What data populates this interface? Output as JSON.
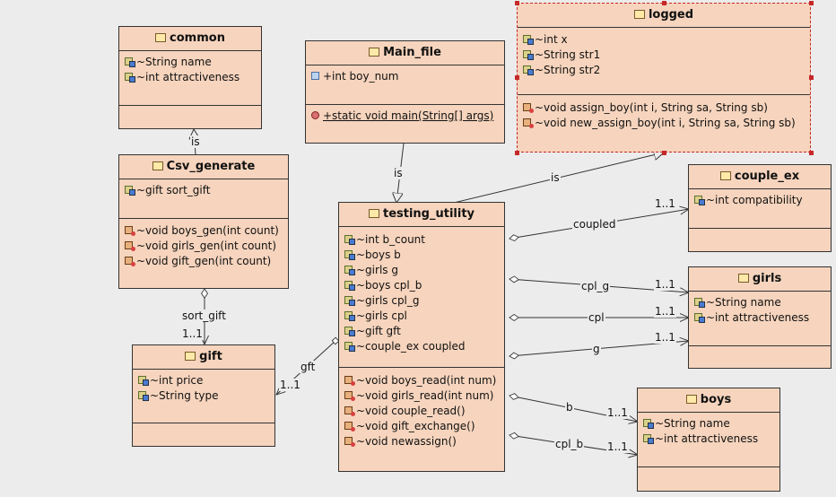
{
  "classes": {
    "common": {
      "name": "common",
      "fields": [
        "~String name",
        "~int attractiveness"
      ],
      "methods": []
    },
    "main_file": {
      "name": "Main_file",
      "fields": [
        "+int boy_num"
      ],
      "methods": [
        "+static void main(String[] args)"
      ]
    },
    "logged": {
      "name": "logged",
      "fields": [
        "~int x",
        "~String str1",
        "~String str2"
      ],
      "methods": [
        "~void assign_boy(int i, String sa, String sb)",
        "~void new_assign_boy(int i, String sa, String sb)"
      ]
    },
    "csv_generate": {
      "name": "Csv_generate",
      "fields": [
        "~gift sort_gift"
      ],
      "methods": [
        "~void boys_gen(int count)",
        "~void girls_gen(int count)",
        "~void gift_gen(int count)"
      ]
    },
    "couple_ex": {
      "name": "couple_ex",
      "fields": [
        "~int compatibility"
      ],
      "methods": []
    },
    "testing_utility": {
      "name": "testing_utility",
      "fields": [
        "~int b_count",
        "~boys b",
        "~girls g",
        "~boys cpl_b",
        "~girls cpl_g",
        "~girls cpl",
        "~gift gft",
        "~couple_ex coupled"
      ],
      "methods": [
        "~void boys_read(int num)",
        "~void girls_read(int num)",
        "~void couple_read()",
        "~void gift_exchange()",
        "~void newassign()"
      ]
    },
    "girls": {
      "name": "girls",
      "fields": [
        "~String name",
        "~int attractiveness"
      ],
      "methods": []
    },
    "gift": {
      "name": "gift",
      "fields": [
        "~int price",
        "~String type"
      ],
      "methods": []
    },
    "boys": {
      "name": "boys",
      "fields": [
        "~String name",
        "~int attractiveness"
      ],
      "methods": []
    }
  },
  "edges": {
    "is_common": "is",
    "is_main": "is",
    "is_logged": "is",
    "coupled": {
      "role": "coupled",
      "mult": "1..1"
    },
    "cpl_g": {
      "role": "cpl_g",
      "mult": "1..1"
    },
    "cpl": {
      "role": "cpl",
      "mult": "1..1"
    },
    "g": {
      "role": "g",
      "mult": "1..1"
    },
    "b": {
      "role": "b",
      "mult": "1..1"
    },
    "cpl_b": {
      "role": "cpl_b",
      "mult": "1..1"
    },
    "gft": {
      "role": "gft",
      "mult": "1..1"
    },
    "sort_gift": {
      "role": "sort_gift",
      "mult": "1..1"
    }
  },
  "colors": {
    "class_fill": "#f6d4bd",
    "selection": "#c62828",
    "background": "#ececec"
  }
}
